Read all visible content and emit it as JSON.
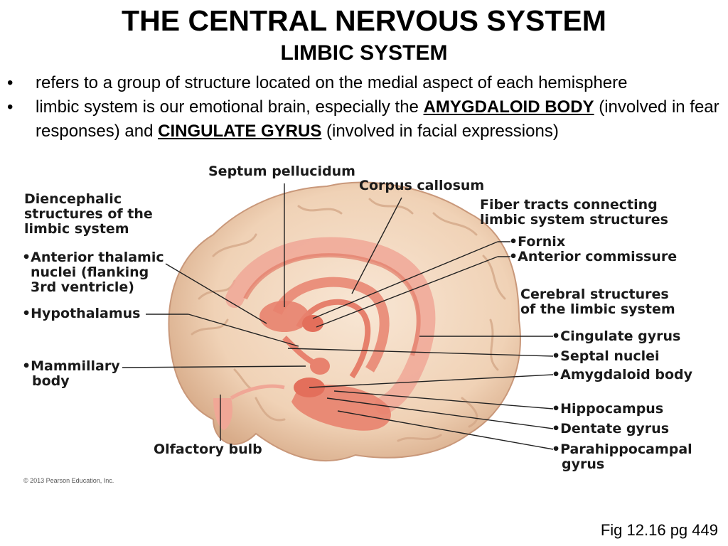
{
  "slide": {
    "title": "THE CENTRAL NERVOUS SYSTEM",
    "subtitle": "LIMBIC SYSTEM",
    "bullets": [
      {
        "text": "refers to a group of structure located on the medial aspect of each hemisphere"
      },
      {
        "pre": "limbic system is our emotional brain, especially the ",
        "term1": "AMYGDALOID BODY",
        "mid": " (involved in fear responses) and ",
        "term2": "CINGULATE GYRUS",
        "post": " (involved in facial expressions)"
      }
    ],
    "bullet_symbol": "•",
    "figure_ref": "Fig 12.16 pg 449"
  },
  "figure": {
    "labels": {
      "septum_pellucidum": "Septum pellucidum",
      "corpus_callosum": "Corpus callosum",
      "diencephalic_header": [
        "Diencephalic",
        "structures of the",
        "limbic system"
      ],
      "anterior_thalamic": [
        "•Anterior thalamic",
        "nuclei (flanking",
        "3rd ventricle)"
      ],
      "hypothalamus": "•Hypothalamus",
      "mammillary": [
        "•Mammillary",
        "body"
      ],
      "olfactory_bulb": "Olfactory bulb",
      "fiber_header": [
        "Fiber tracts connecting",
        "limbic system structures"
      ],
      "fornix": "•Fornix",
      "anterior_commissure": "•Anterior commissure",
      "cerebral_header": [
        "Cerebral structures",
        "of the limbic system"
      ],
      "cingulate_gyrus": "•Cingulate gyrus",
      "septal_nuclei": "•Septal nuclei",
      "amygdaloid_body": "•Amygdaloid body",
      "hippocampus": "•Hippocampus",
      "dentate_gyrus": "•Dentate gyrus",
      "parahippocampal": [
        "•Parahippocampal",
        "gyrus"
      ]
    },
    "copyright": "© 2013 Pearson Education, Inc.",
    "colors": {
      "brain": "#f2d7bf",
      "brain_shadow": "#d9b090",
      "limbic": "#e8826e",
      "limbic_light": "#f3b3a3"
    }
  }
}
